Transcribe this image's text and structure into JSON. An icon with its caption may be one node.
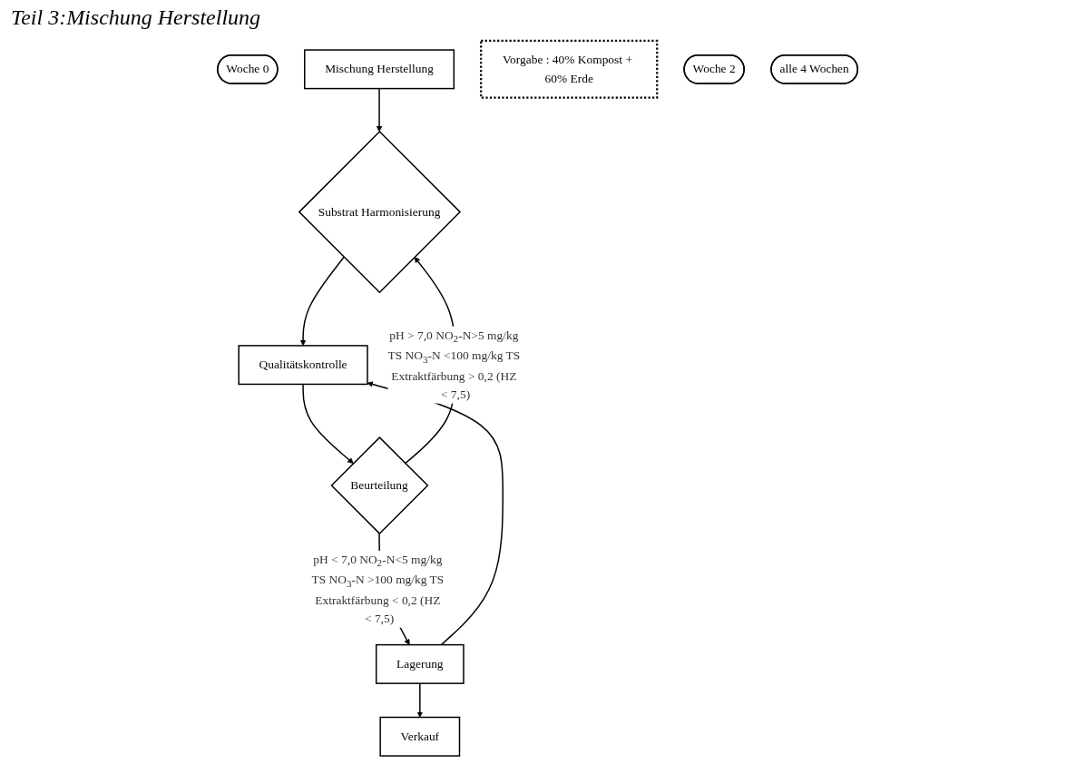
{
  "diagram": {
    "title": "Teil 3:Mischung Herstellung",
    "nodes": [
      {
        "text": [
          "Woche 0"
        ]
      },
      {
        "text": [
          "Mischung Herstellung"
        ]
      },
      {
        "text": [
          "Vorgabe : 40% Kompost + 60% Erde"
        ]
      },
      {
        "text": [
          "Woche 2"
        ]
      },
      {
        "text": [
          "Substrat Harmonisierung"
        ]
      },
      {
        "text": [
          "Qualitätskontrolle"
        ]
      },
      {
        "text": [
          "Beurteilung"
        ]
      },
      {
        "text": [
          "alle 4 Wochen"
        ]
      },
      {
        "text": [
          "Lagerung"
        ]
      },
      {
        "text": [
          "Verkauf"
        ]
      }
    ],
    "edges": [
      {
        "from": 1,
        "to": 4,
        "arrow": "to"
      },
      {
        "from": 4,
        "to": 5,
        "arrow": "to"
      },
      {
        "from": 5,
        "to": 6,
        "arrow": "to"
      },
      {
        "from": 6,
        "to": 4,
        "arrow": "to",
        "label": "pH > 7,0 NO$_{2}$-N>5 mg/kg TS NO$_{3}$-N <100 mg/kg TS Extraktfärbung > 0,2 (HZ < 7,5)"
      },
      {
        "from": 6,
        "to": 8,
        "arrow": "to",
        "label": "pH < 7,0 NO$_{2}$-N<5 mg/kg TS NO$_{3}$-N >100 mg/kg TS Extraktfärbung < 0,2 (HZ < 7,5)"
      },
      {
        "from": 8,
        "to": 5,
        "arrow": "to"
      },
      {
        "from": 8,
        "to": 9,
        "arrow": "to"
      }
    ]
  }
}
